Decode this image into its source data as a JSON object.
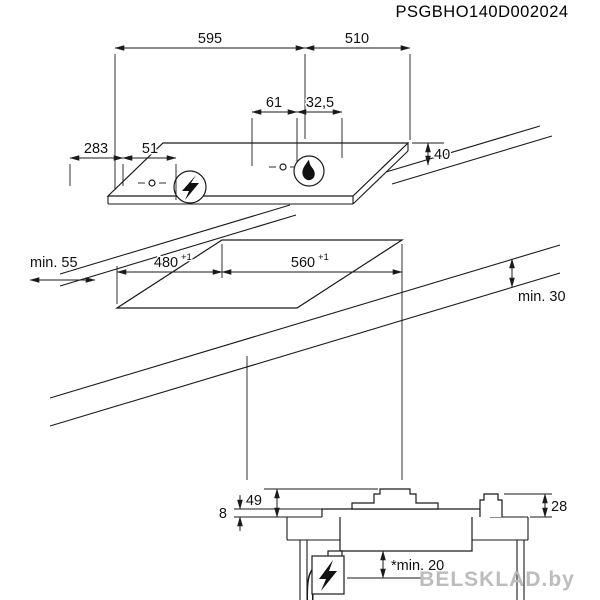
{
  "part_number": "PSGBHO140D002024",
  "watermark": "BELSKLAD.by",
  "colors": {
    "line": "#1a1a1a",
    "watermark": "#bcbcbc"
  },
  "top_view": {
    "dims": {
      "width": "595",
      "depth": "510",
      "burner_spacing": "61",
      "burner_edge": "32,5",
      "left_edge": "283",
      "left_burner": "51",
      "height": "40"
    },
    "icons": {
      "left_burner": "lightning-icon",
      "right_burner": "flame-icon"
    }
  },
  "cutout_view": {
    "dims": {
      "min_rear": "min. 55",
      "min_front": "min. 30",
      "depth": "480",
      "depth_tol": "+1",
      "width": "560",
      "width_tol": "+1"
    }
  },
  "section_view": {
    "dims": {
      "glass_height": "8",
      "burner_height": "49",
      "knob_height": "28",
      "min_clearance": "*min. 20"
    },
    "icons": {
      "warning": "electric-shock-icon"
    }
  }
}
